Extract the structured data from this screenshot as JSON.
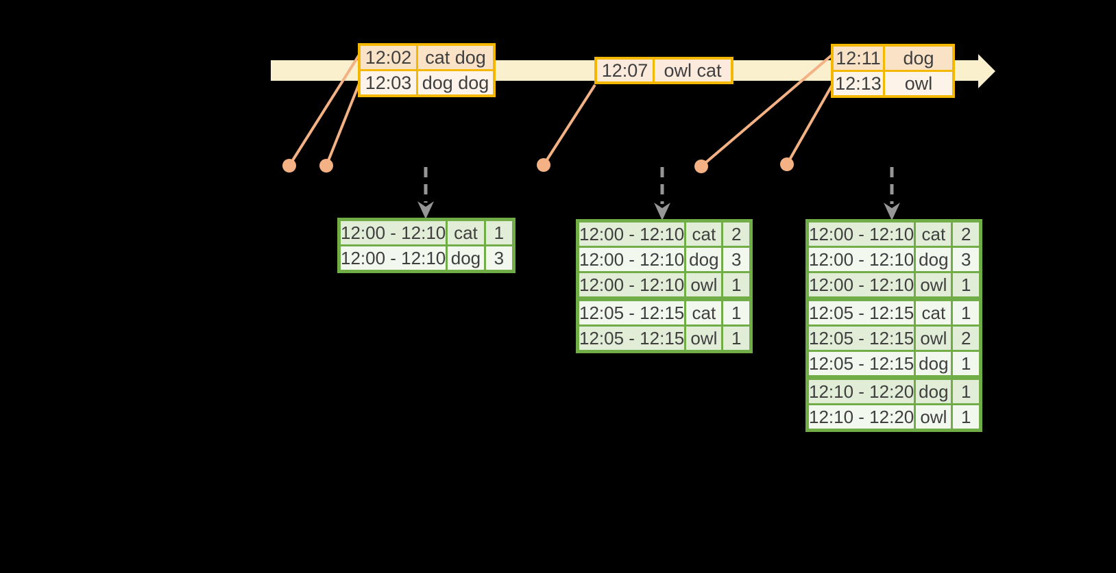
{
  "colors": {
    "gold": "#F5B800",
    "peach_dark": "#FAE2C7",
    "peach_light": "#FDF3E8",
    "peach_mid": "#FCEADC",
    "timeline": "#FAF0CD",
    "connector": "#F4B183",
    "green": "#70AD47",
    "green_dark": "#E2EDD8",
    "green_light": "#F3F8EF",
    "arrow_gray": "#969696",
    "text": "#3F3F3F"
  },
  "event_tables": [
    {
      "rows": [
        {
          "time": "12:02",
          "words": "cat dog"
        },
        {
          "time": "12:03",
          "words": "dog dog"
        }
      ]
    },
    {
      "rows": [
        {
          "time": "12:07",
          "words": "owl cat"
        }
      ]
    },
    {
      "rows": [
        {
          "time": "12:11",
          "words": "dog"
        },
        {
          "time": "12:13",
          "words": "owl"
        }
      ]
    }
  ],
  "result_tables": [
    {
      "rows": [
        [
          "12:00 - 12:10",
          "cat",
          "1"
        ],
        [
          "12:00 - 12:10",
          "dog",
          "3"
        ]
      ]
    },
    {
      "rows": [
        [
          "12:00 - 12:10",
          "cat",
          "2"
        ],
        [
          "12:00 - 12:10",
          "dog",
          "3"
        ],
        [
          "12:00 - 12:10",
          "owl",
          "1"
        ],
        [
          "12:05 - 12:15",
          "cat",
          "1"
        ],
        [
          "12:05 - 12:15",
          "owl",
          "1"
        ]
      ]
    },
    {
      "rows": [
        [
          "12:00 - 12:10",
          "cat",
          "2"
        ],
        [
          "12:00 - 12:10",
          "dog",
          "3"
        ],
        [
          "12:00 - 12:10",
          "owl",
          "1"
        ],
        [
          "12:05 - 12:15",
          "cat",
          "1"
        ],
        [
          "12:05 - 12:15",
          "owl",
          "2"
        ],
        [
          "12:05 - 12:15",
          "dog",
          "1"
        ],
        [
          "12:10 - 12:20",
          "dog",
          "1"
        ],
        [
          "12:10 - 12:20",
          "owl",
          "1"
        ]
      ]
    }
  ]
}
